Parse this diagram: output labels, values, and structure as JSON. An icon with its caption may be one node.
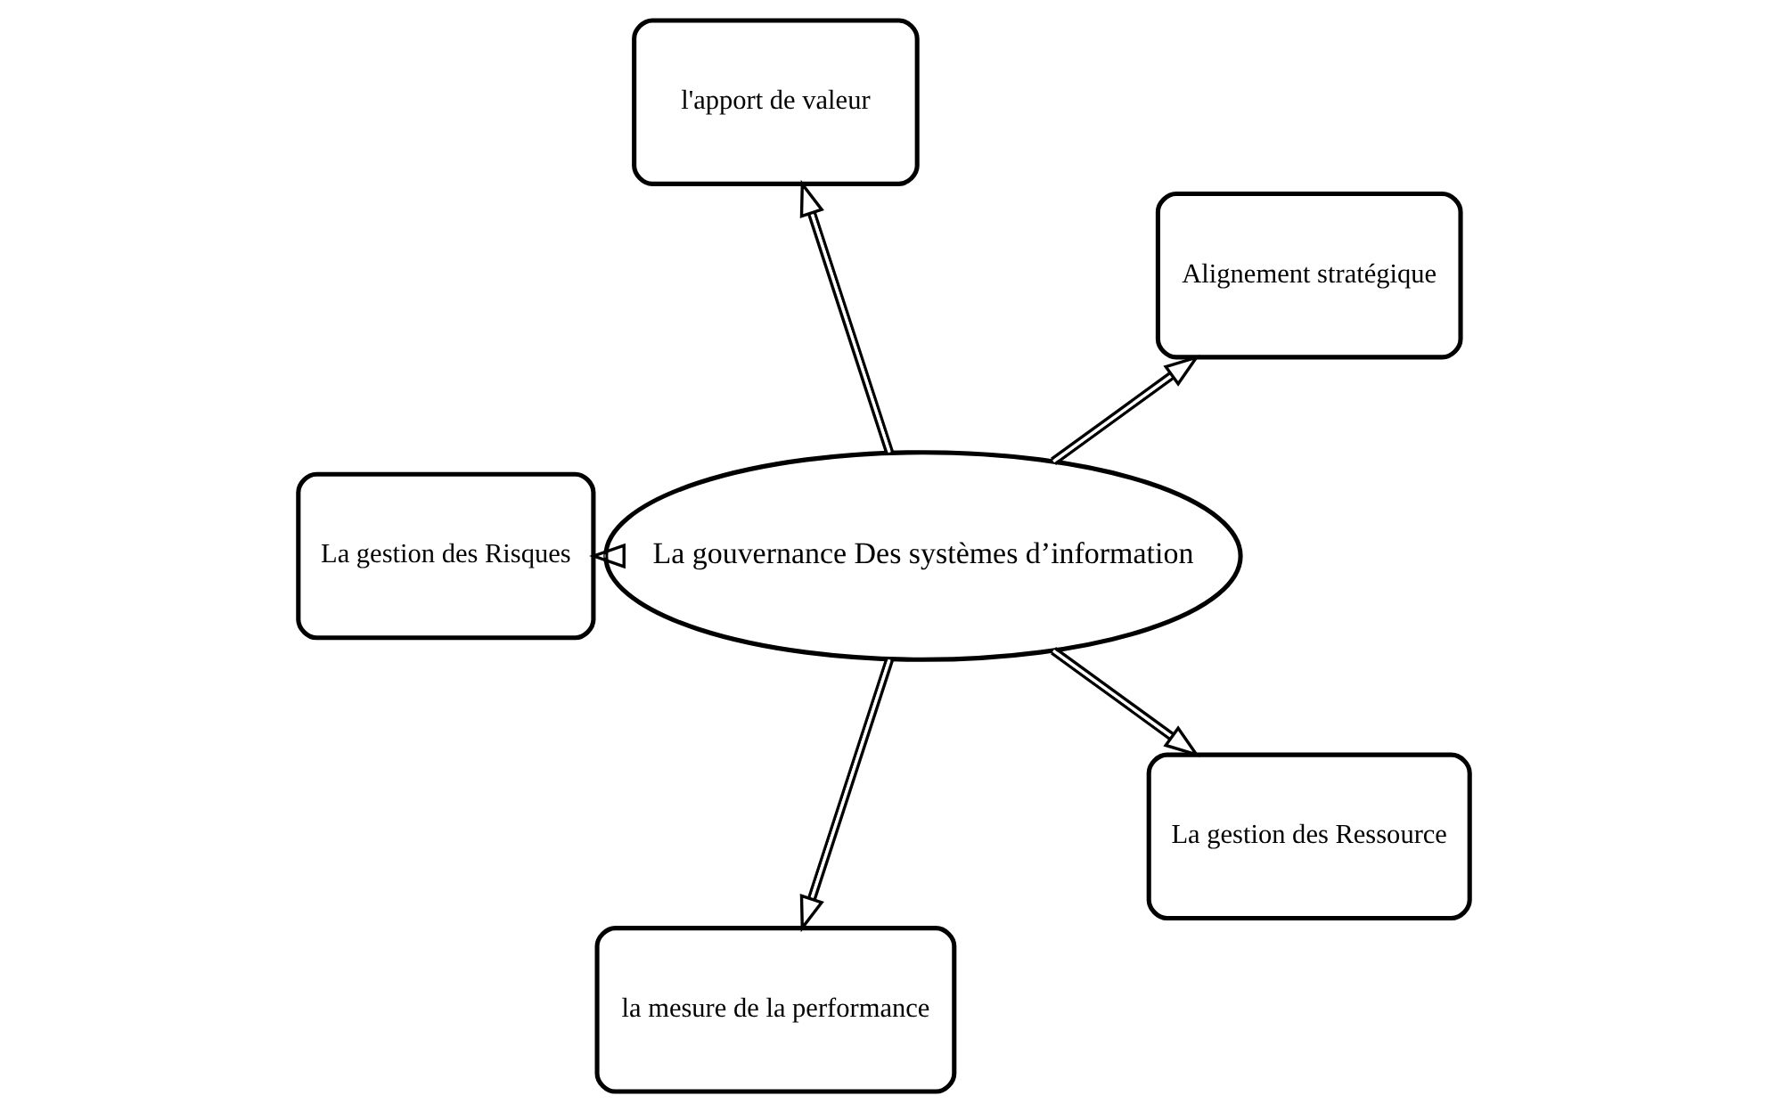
{
  "diagram": {
    "nodes": [
      {
        "text": [
          "La gouvernance Des systèmes d’information"
        ]
      },
      {
        "text": [
          "Alignement stratégique"
        ]
      },
      {
        "text": [
          "l'apport de valeur"
        ]
      },
      {
        "text": [
          "La gestion des Risques"
        ]
      },
      {
        "text": [
          "la mesure de la performance"
        ]
      },
      {
        "text": [
          "La gestion des Ressource"
        ]
      }
    ],
    "edges": [
      {
        "from": 0,
        "to": 1,
        "arrow": "to"
      },
      {
        "from": 0,
        "to": 2,
        "arrow": "to"
      },
      {
        "from": 0,
        "to": 3,
        "arrow": "to"
      },
      {
        "from": 0,
        "to": 4,
        "arrow": "to"
      },
      {
        "from": 0,
        "to": 5,
        "arrow": "to"
      }
    ]
  }
}
